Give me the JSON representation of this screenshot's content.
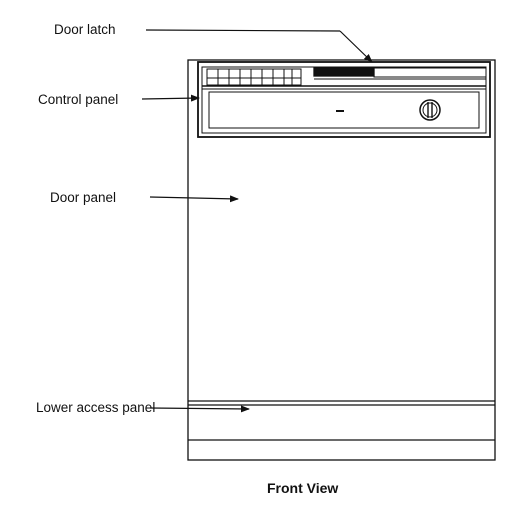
{
  "labels": {
    "door_latch": "Door latch",
    "control_panel": "Control panel",
    "door_panel": "Door panel",
    "lower_access_panel": "Lower access panel"
  },
  "caption": "Front View",
  "colors": {
    "line": "#111111",
    "background": "#ffffff"
  }
}
